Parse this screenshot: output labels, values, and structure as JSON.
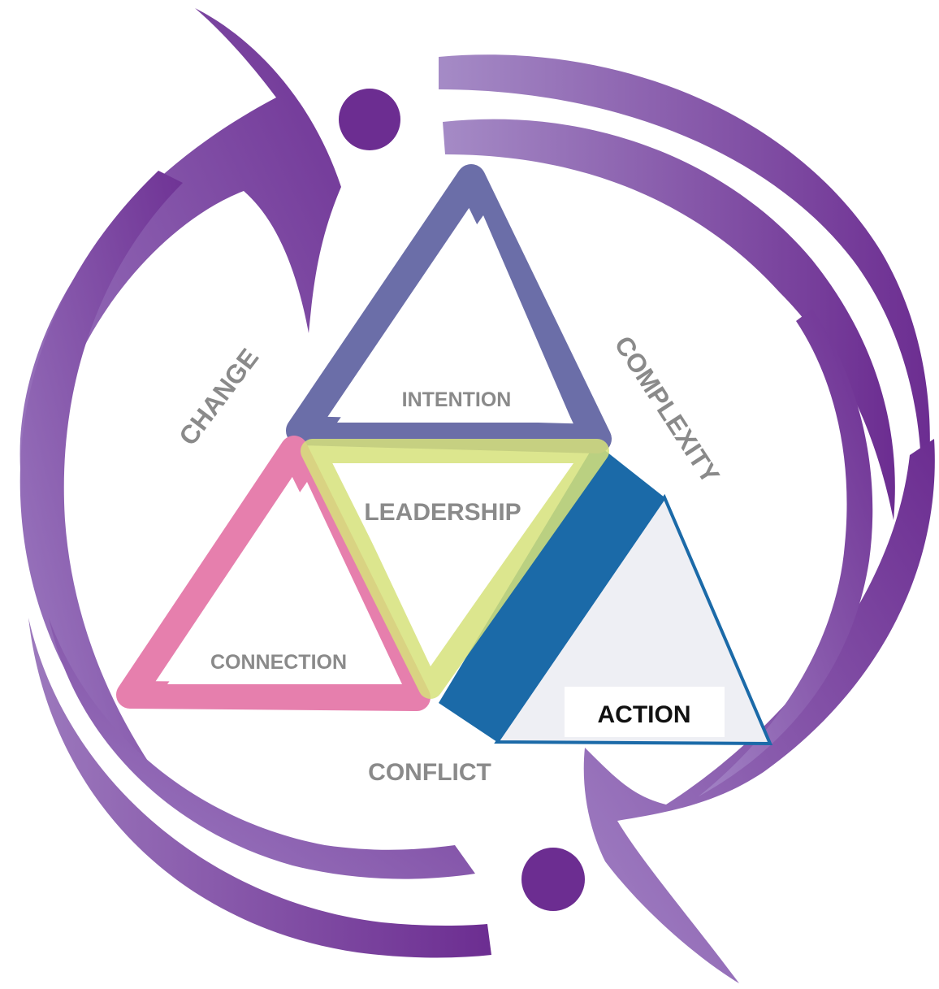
{
  "labels": {
    "change": "CHANGE",
    "complexity": "COMPLEXITY",
    "conflict": "CONFLICT",
    "intention": "INTENTION",
    "leadership": "LEADERSHIP",
    "connection": "CONNECTION",
    "action": "ACTION"
  },
  "colors": {
    "purple_dark": "#6c2d91",
    "purple_light": "#9c79bd",
    "intention_stroke": "#6b6ea8",
    "leadership_stroke": "#d6e27a",
    "connection_stroke": "#e67fad",
    "action_band": "#1b6aa8",
    "action_fill": "#eeeff4",
    "label_gray": "#8a8a8a",
    "label_action": "#111111"
  }
}
